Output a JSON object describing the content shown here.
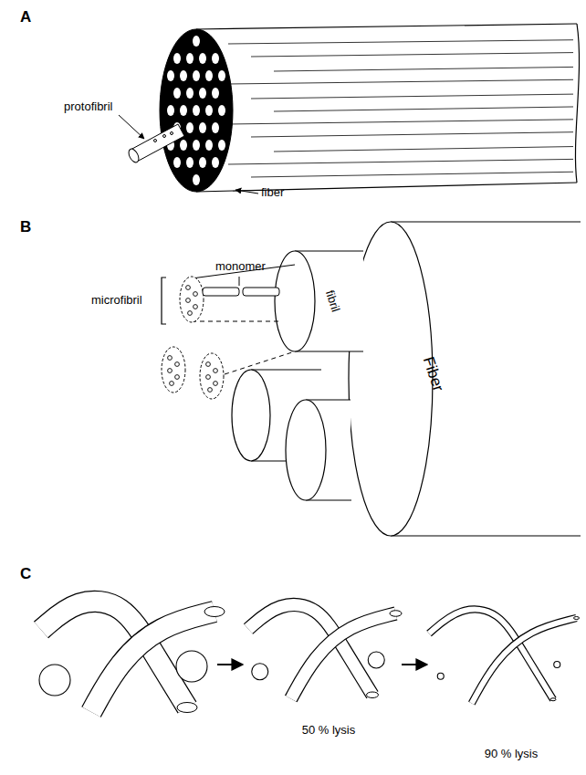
{
  "diagram": {
    "labels": [
      "A",
      "protofibril",
      "fiber",
      "B",
      "monomer",
      "microfibril",
      "fibril",
      "Fiber",
      "C",
      "50 % lysis",
      "90 % lysis"
    ]
  }
}
